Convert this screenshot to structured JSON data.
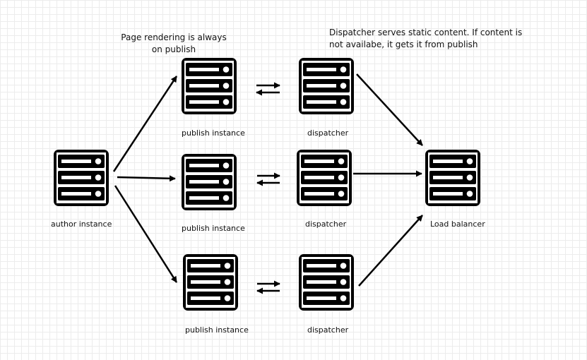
{
  "notes": {
    "rendering": [
      "Page rendering is always",
      "on publish"
    ],
    "dispatcher": [
      "Dispatcher serves static content. If content is",
      "not availabe, it gets it from publish"
    ]
  },
  "nodes": {
    "author": {
      "label": "author instance",
      "icon": "server-icon"
    },
    "publish_top": {
      "label": "publish instance",
      "icon": "server-icon"
    },
    "publish_middle": {
      "label": "publish instance",
      "icon": "server-icon"
    },
    "publish_bottom": {
      "label": "publish instance",
      "icon": "server-icon"
    },
    "dispatcher_top": {
      "label": "dispatcher",
      "icon": "server-icon"
    },
    "dispatcher_middle": {
      "label": "dispatcher",
      "icon": "server-icon"
    },
    "dispatcher_bottom": {
      "label": "dispatcher",
      "icon": "server-icon"
    },
    "load_balancer": {
      "label": "Load balancer",
      "icon": "server-icon"
    }
  },
  "edges": [
    {
      "from": "author",
      "to": "publish_top",
      "type": "arrow"
    },
    {
      "from": "author",
      "to": "publish_middle",
      "type": "arrow"
    },
    {
      "from": "author",
      "to": "publish_bottom",
      "type": "arrow"
    },
    {
      "from": "publish_top",
      "to": "dispatcher_top",
      "type": "bidirectional"
    },
    {
      "from": "publish_middle",
      "to": "dispatcher_middle",
      "type": "bidirectional"
    },
    {
      "from": "publish_bottom",
      "to": "dispatcher_bottom",
      "type": "bidirectional"
    },
    {
      "from": "dispatcher_top",
      "to": "load_balancer",
      "type": "arrow"
    },
    {
      "from": "dispatcher_middle",
      "to": "load_balancer",
      "type": "arrow"
    },
    {
      "from": "dispatcher_bottom",
      "to": "load_balancer",
      "type": "arrow"
    }
  ],
  "colors": {
    "ink": "#000000",
    "grid": "#ececec",
    "background": "#ffffff"
  }
}
